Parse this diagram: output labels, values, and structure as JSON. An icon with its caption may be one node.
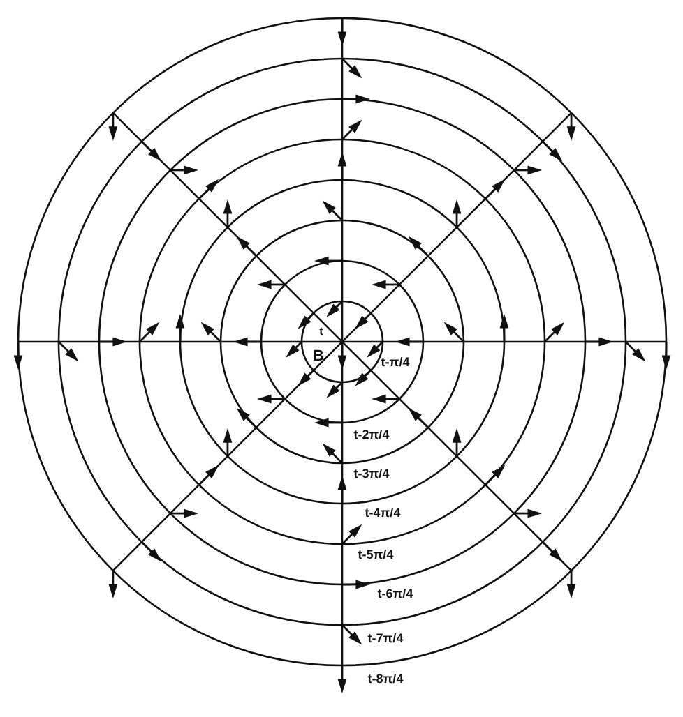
{
  "diagram": {
    "labels": [
      "t",
      "B",
      "t-π/4",
      "t-2π/4",
      "t-3π/4",
      "t-4π/4",
      "t-5π/4",
      "t-6π/4",
      "t-7π/4",
      "t-8π/4"
    ]
  }
}
